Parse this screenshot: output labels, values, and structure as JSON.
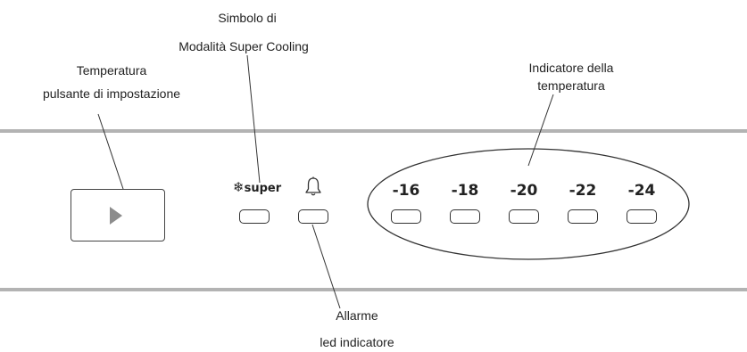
{
  "labels": {
    "super_symbol_line1": "Simbolo di",
    "super_symbol_line2": "Modalità Super Cooling",
    "temp_button_line1": "Temperatura",
    "temp_button_line2": "pulsante di impostazione",
    "temp_indicator_line1": "Indicatore della",
    "temp_indicator_line2": "temperatura",
    "alarm_line1": "Allarme",
    "alarm_line2": "led indicatore"
  },
  "panel": {
    "super_text": "super",
    "temperatures": [
      "-16",
      "-18",
      "-20",
      "-22",
      "-24"
    ]
  },
  "icons": {
    "temp_button": "play-triangle-icon",
    "super": "snowflake-icon",
    "alarm": "bell-icon"
  },
  "colors": {
    "rule": "#b3b3b3",
    "triangle": "#8c8c8c",
    "stroke": "#333333"
  }
}
